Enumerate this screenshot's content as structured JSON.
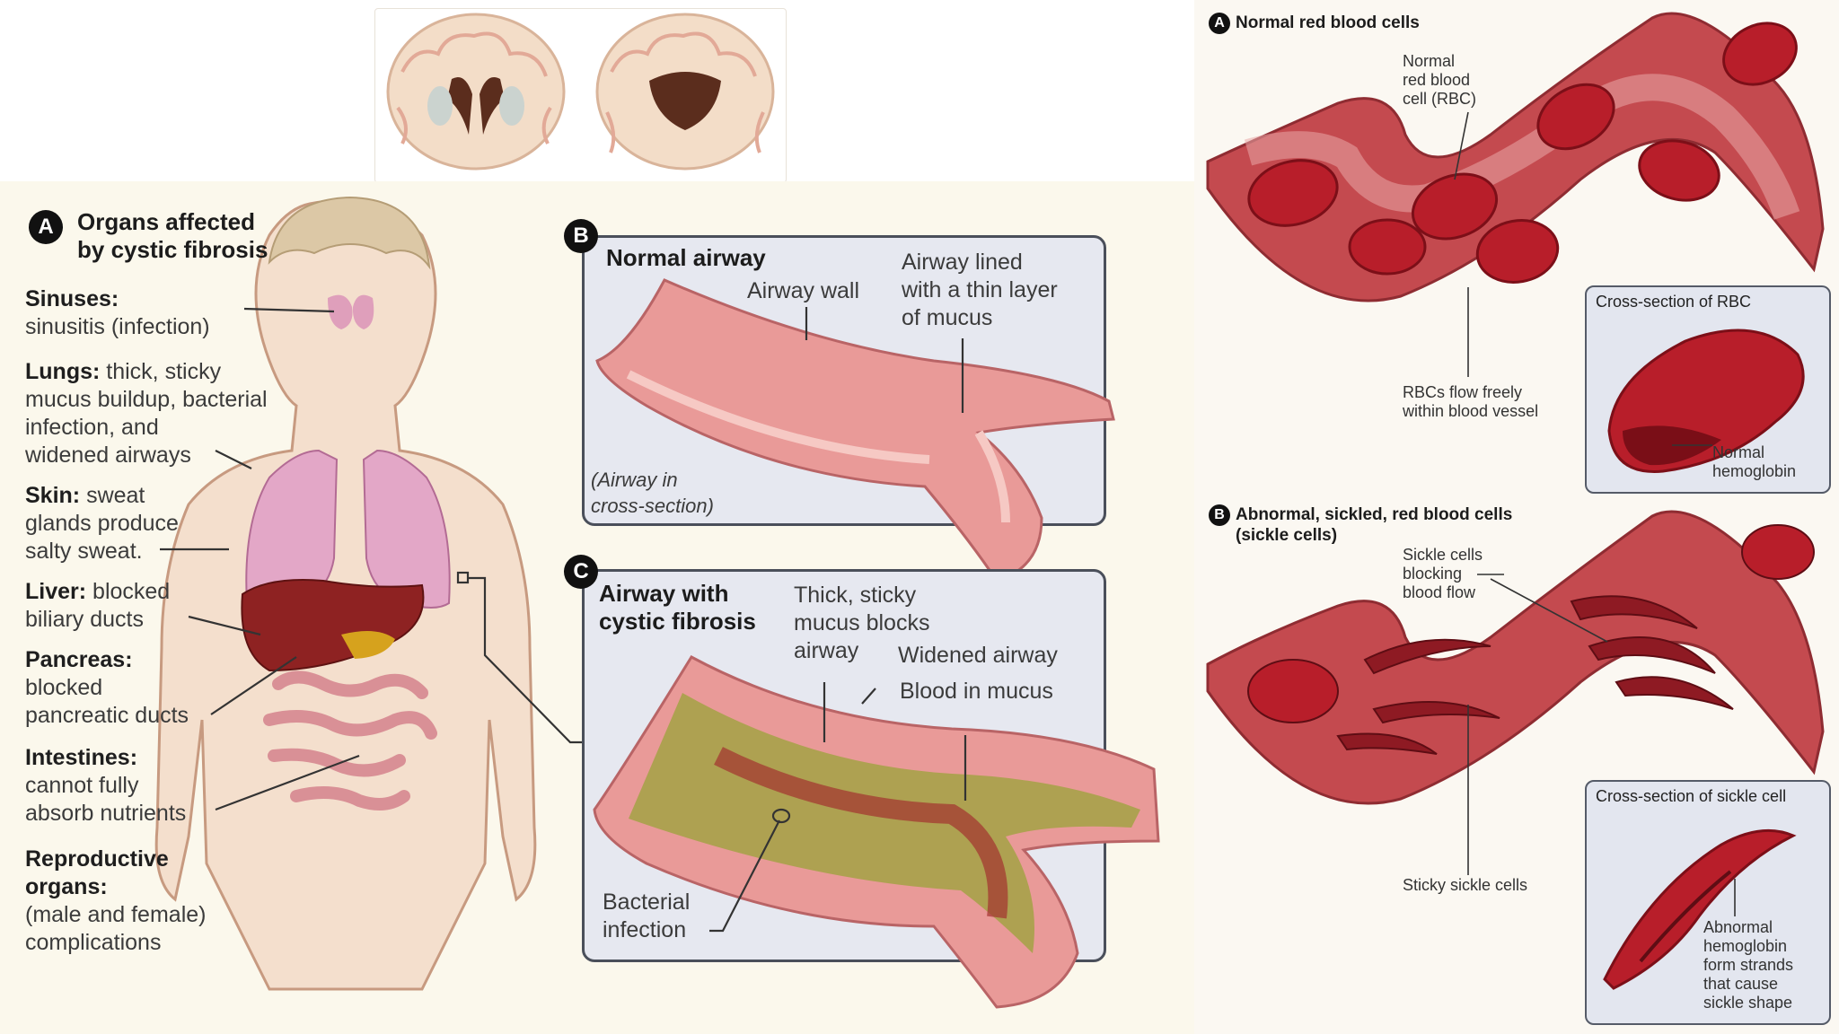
{
  "cystic_fibrosis": {
    "panel_a": {
      "badge": "A",
      "title": "Organs affected\nby cystic fibrosis",
      "labels": [
        {
          "head": "Sinuses:",
          "body": "\nsinusitis (infection)"
        },
        {
          "head": "Lungs:",
          "body": " thick, sticky\nmucus buildup, bacterial\ninfection, and\nwidened airways"
        },
        {
          "head": "Skin:",
          "body": " sweat\nglands produce\nsalty sweat."
        },
        {
          "head": "Liver:",
          "body": " blocked\nbiliary ducts"
        },
        {
          "head": "Pancreas:",
          "body": "\nblocked\npancreatic ducts"
        },
        {
          "head": "Intestines:",
          "body": "\ncannot fully\nabsorb nutrients"
        },
        {
          "head": "Reproductive\norgans:",
          "body": "\n(male and female)\ncomplications"
        }
      ]
    },
    "panel_b": {
      "badge": "B",
      "title": "Normal airway",
      "airway_wall": "Airway wall",
      "lined": "Airway lined\nwith a thin layer\nof mucus",
      "cross_section": "(Airway in\ncross-section)"
    },
    "panel_c": {
      "badge": "C",
      "title": "Airway with\ncystic fibrosis",
      "thick": "Thick, sticky\nmucus blocks\nairway",
      "widened": "Widened airway",
      "blood": "Blood in mucus",
      "bacterial": "Bacterial\ninfection"
    }
  },
  "red_blood_cells": {
    "panel_a": {
      "badge": "A",
      "title": "Normal red blood cells",
      "normal_rbc": "Normal\nred blood\ncell (RBC)",
      "flow": "RBCs flow freely\nwithin blood vessel",
      "inset_title": "Cross-section of RBC",
      "hemoglobin": "Normal\nhemoglobin"
    },
    "panel_b": {
      "badge": "B",
      "title": "Abnormal, sickled, red blood cells\n(sickle cells)",
      "blocking": "Sickle cells\nblocking\nblood flow",
      "sticky": "Sticky sickle cells",
      "inset_title": "Cross-section of sickle cell",
      "abnormal": "Abnormal\nhemoglobin\nform strands\nthat cause\nsickle shape"
    }
  },
  "colors": {
    "airway": "#e99a98",
    "airway_dark": "#c9676a",
    "mucus": "#9aa33a",
    "vessel": "#c44a4f",
    "rbc": "#b81e2a",
    "skin": "#f0d6c0"
  }
}
